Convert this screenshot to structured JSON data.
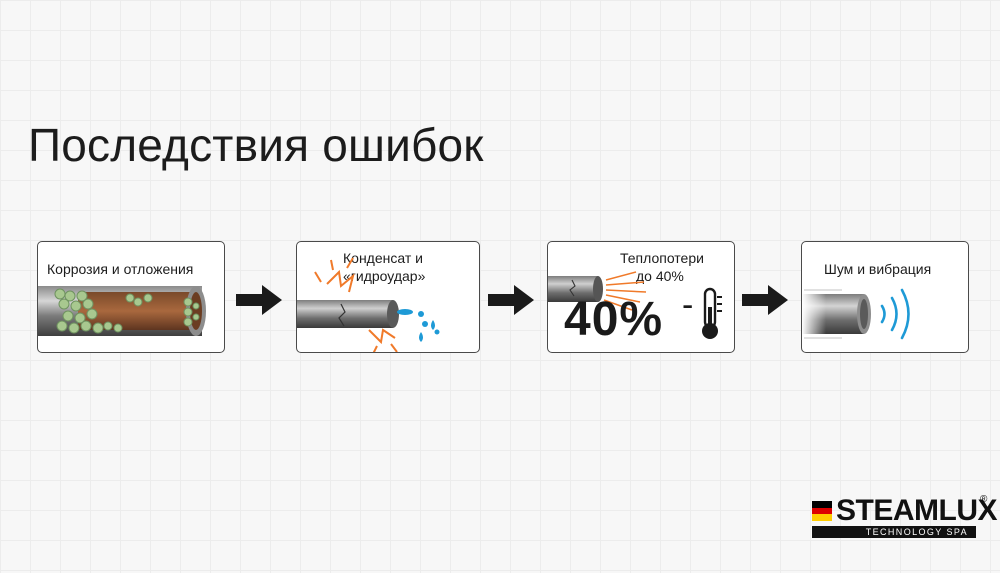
{
  "title": "Последствия ошибок",
  "cards": [
    {
      "lines": [
        "Коррозия и отложения"
      ]
    },
    {
      "lines": [
        "Конденсат и",
        "«гидроудар»"
      ]
    },
    {
      "lines": [
        "Теплопотери",
        "до 40%"
      ],
      "big_value": "40%",
      "sign": "-"
    },
    {
      "lines": [
        "Шум и вибрация"
      ]
    }
  ],
  "logo": {
    "brand": "STEAMLUX",
    "registered": "®",
    "tagline": "TECHNOLOGY SPA"
  },
  "colors": {
    "flag": [
      "#000000",
      "#dd0000",
      "#ffcc00"
    ],
    "accent_water": "#1e9ad6",
    "accent_burst": "#f07a2a"
  }
}
